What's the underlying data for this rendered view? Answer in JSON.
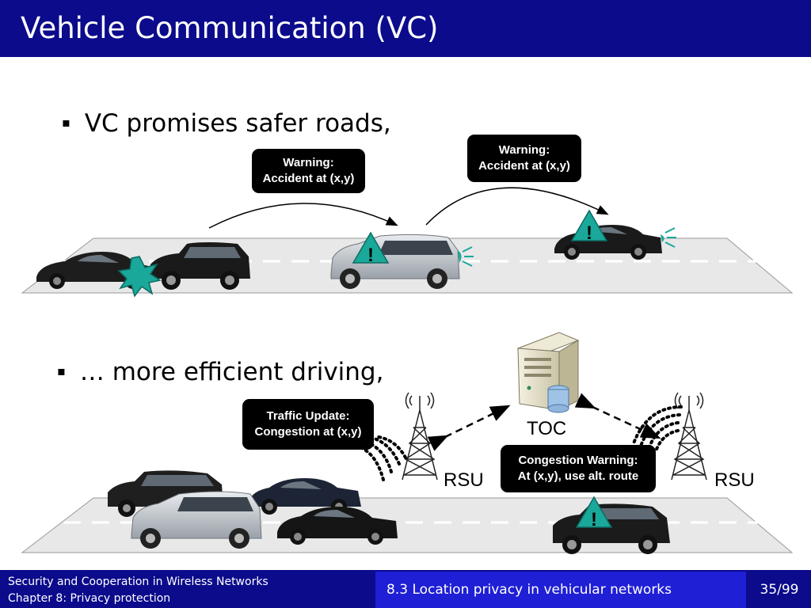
{
  "slide": {
    "title": "Vehicle Communication (VC)",
    "bullets": [
      {
        "marker": "▪",
        "text": "VC promises safer roads,"
      },
      {
        "marker": "▪",
        "text": "… more efficient driving,"
      }
    ]
  },
  "safety_scene": {
    "messages": [
      {
        "line1": "Warning:",
        "line2": "Accident at (x,y)"
      },
      {
        "line1": "Warning:",
        "line2": "Accident at (x,y)"
      }
    ],
    "warning_symbol": "!"
  },
  "traffic_scene": {
    "traffic_update": {
      "line1": "Traffic Update:",
      "line2": "Congestion at (x,y)"
    },
    "congestion_warning": {
      "line1": "Congestion Warning:",
      "line2": "At (x,y), use alt. route"
    },
    "toc_label": "TOC",
    "rsu_left_label": "RSU",
    "rsu_right_label": "RSU",
    "warning_symbol": "!"
  },
  "footer": {
    "course": "Security and Cooperation in Wireless Networks",
    "chapter": "Chapter 8: Privacy protection",
    "section": "8.3 Location privacy in vehicular networks",
    "page": "35/99"
  },
  "colors": {
    "header_blue": "#0b0b8c",
    "footer_section_blue": "#1f1fd6",
    "warning_teal": "#1aa89a",
    "road_gray": "#e8e8e8"
  }
}
